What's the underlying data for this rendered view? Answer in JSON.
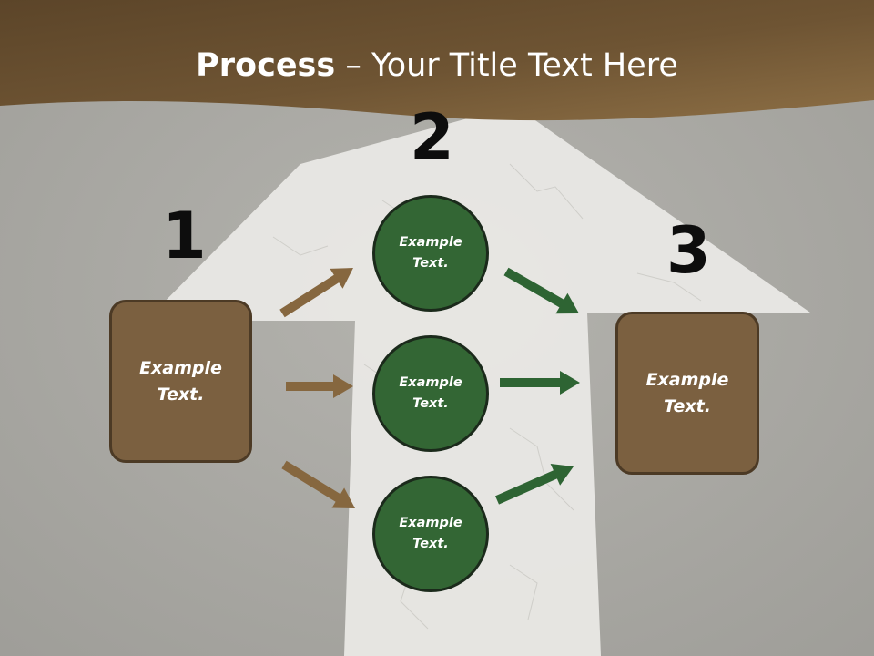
{
  "title": {
    "bold": "Process",
    "rest": " – Your Title Text Here"
  },
  "steps": [
    {
      "number": "1",
      "label": "Example\nText."
    },
    {
      "number": "2",
      "label": ""
    },
    {
      "number": "3",
      "label": "Example\nText."
    }
  ],
  "circles": [
    {
      "label": "Example\nText."
    },
    {
      "label": "Example\nText."
    },
    {
      "label": "Example\nText."
    }
  ],
  "colors": {
    "header": "#6b5233",
    "box_fill": "#7b6040",
    "circle_fill": "#336634",
    "arrow_brown": "#86673f",
    "arrow_green": "#2e6433"
  }
}
